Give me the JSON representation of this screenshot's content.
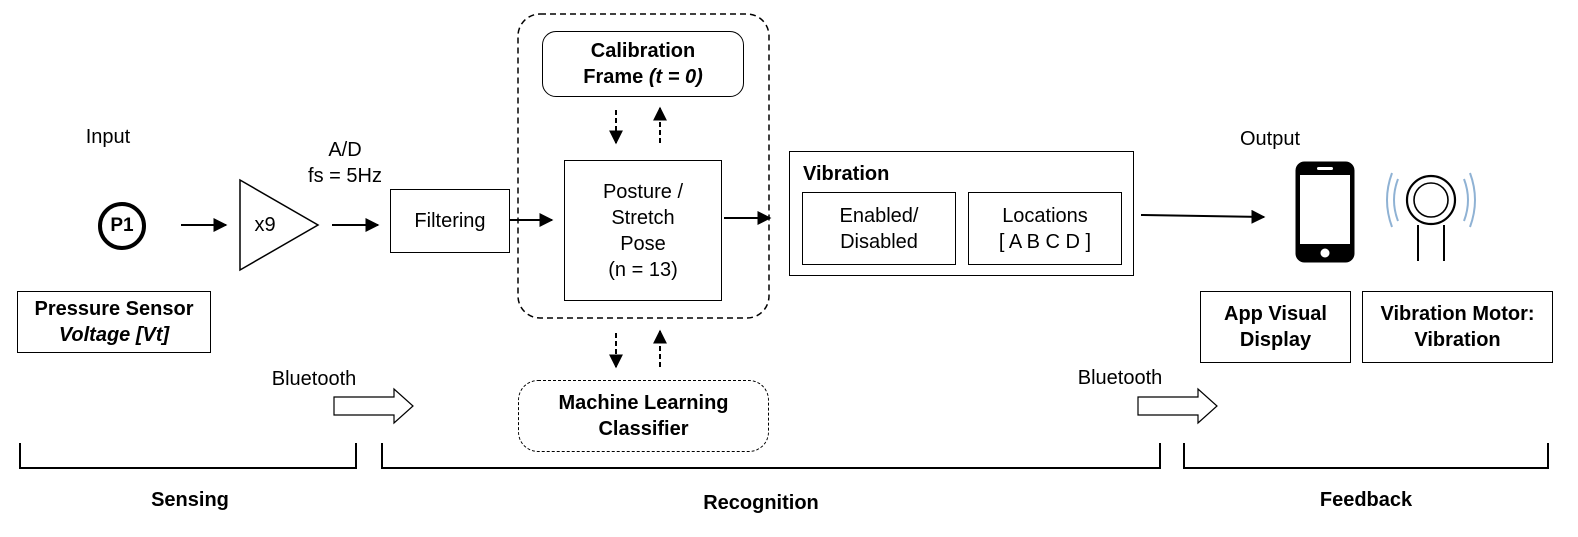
{
  "input_label": "Input",
  "sensor_node": "P1",
  "sensor_box": {
    "line1": "Pressure Sensor",
    "line2": "Voltage [Vt]"
  },
  "amplifier_gain": "x9",
  "adc": {
    "line1": "A/D",
    "line2": "fs = 5Hz"
  },
  "filtering": "Filtering",
  "calibration": {
    "line1": "Calibration",
    "line2a": "Frame ",
    "line2b": "(t = 0)"
  },
  "posture": {
    "line1": "Posture /",
    "line2": "Stretch",
    "line3": "Pose",
    "line4": "(n = 13)"
  },
  "classifier": {
    "line1": "Machine Learning",
    "line2": "Classifier"
  },
  "vibration": {
    "title": "Vibration",
    "enabled": {
      "line1": "Enabled/",
      "line2": "Disabled"
    },
    "locations": {
      "line1": "Locations",
      "line2": "[ A B C D ]"
    }
  },
  "output_label": "Output",
  "app_display": {
    "line1": "App Visual",
    "line2": "Display"
  },
  "motor": {
    "line1": "Vibration Motor:",
    "line2": "Vibration"
  },
  "bluetooth_left": "Bluetooth",
  "bluetooth_right": "Bluetooth",
  "stages": {
    "sensing": "Sensing",
    "recognition": "Recognition",
    "feedback": "Feedback"
  },
  "icons": {
    "phone": "smartphone-icon",
    "motor": "vibration-motor-icon"
  },
  "colors": {
    "stroke": "#000000",
    "vibration_wave": "#8fb2d4"
  }
}
